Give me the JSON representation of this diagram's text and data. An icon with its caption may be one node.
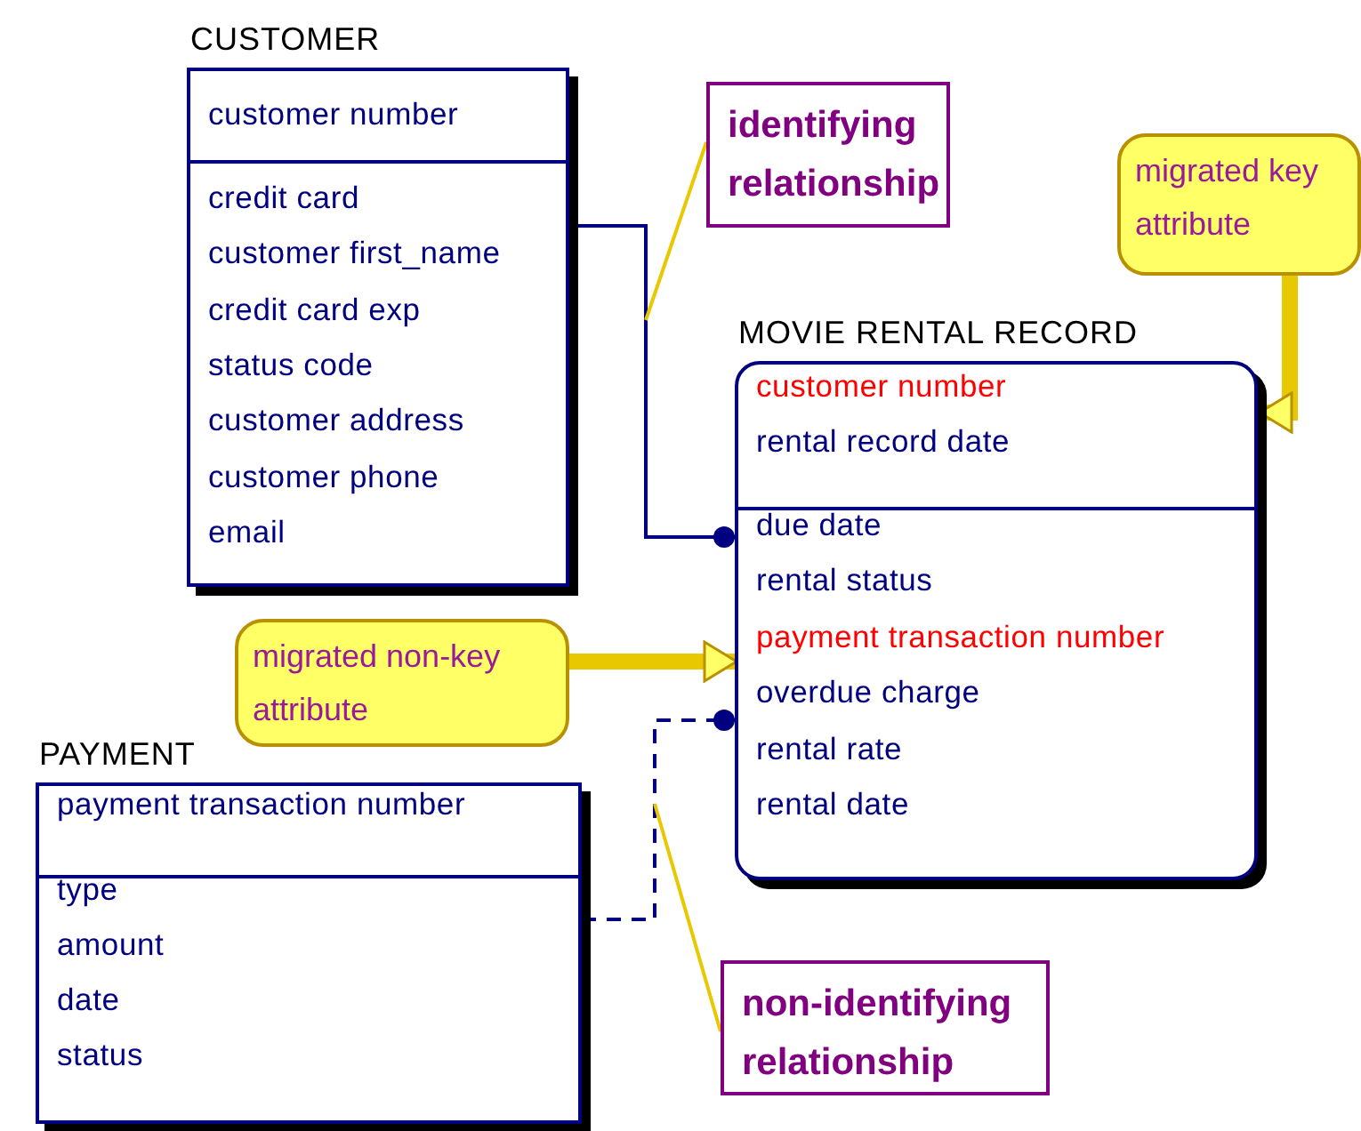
{
  "diagram": {
    "nodes": [
      {
        "text": [
          "CUSTOMER",
          "customer number",
          "credit card",
          "customer first_name",
          "credit card exp",
          "status code",
          "customer address",
          "customer phone",
          "email"
        ]
      },
      {
        "text": [
          "identifying relationship"
        ]
      },
      {
        "text": [
          "migrated key attribute"
        ]
      },
      {
        "text": [
          "MOVIE RENTAL RECORD",
          "customer number",
          "rental record date",
          "due date",
          "rental status",
          "payment transaction number",
          "overdue charge",
          "rental rate",
          "rental date"
        ]
      },
      {
        "text": [
          "migrated non-key attribute"
        ]
      },
      {
        "text": [
          "PAYMENT",
          "payment transaction number",
          "type",
          "amount",
          "date",
          "status"
        ]
      },
      {
        "text": [
          "non-identifying relationship"
        ]
      }
    ],
    "edges": [
      {
        "from": 0,
        "to": 3,
        "arrow": "other",
        "color": "#000080"
      },
      {
        "from": 5,
        "to": 3,
        "arrow": "other",
        "style": "dashed",
        "color": "#000080"
      },
      {
        "from": 1,
        "to": null,
        "arrow": "none"
      },
      {
        "from": 2,
        "to": 3,
        "arrow": "to",
        "style": "thick"
      },
      {
        "from": 4,
        "to": 3,
        "arrow": "to",
        "style": "thick"
      },
      {
        "from": 6,
        "to": null,
        "arrow": "none"
      }
    ]
  }
}
